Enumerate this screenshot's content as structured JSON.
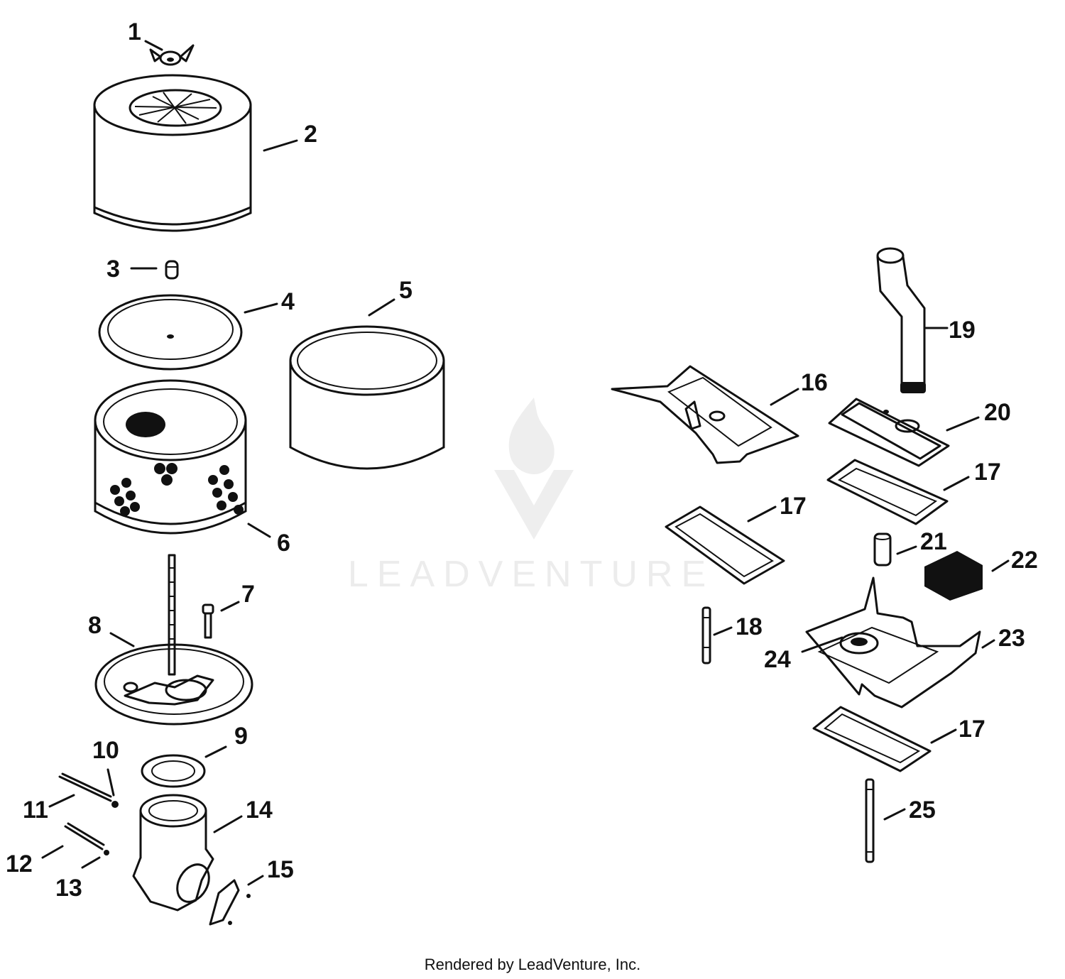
{
  "watermark": {
    "text": "LEADVENTURE"
  },
  "footer": {
    "text": "Rendered by LeadVenture, Inc."
  },
  "callouts": [
    {
      "id": "c1",
      "label": "1"
    },
    {
      "id": "c2",
      "label": "2"
    },
    {
      "id": "c3",
      "label": "3"
    },
    {
      "id": "c4",
      "label": "4"
    },
    {
      "id": "c5",
      "label": "5"
    },
    {
      "id": "c6",
      "label": "6"
    },
    {
      "id": "c7",
      "label": "7"
    },
    {
      "id": "c8",
      "label": "8"
    },
    {
      "id": "c9",
      "label": "9"
    },
    {
      "id": "c10",
      "label": "10"
    },
    {
      "id": "c11",
      "label": "11"
    },
    {
      "id": "c12",
      "label": "12"
    },
    {
      "id": "c13",
      "label": "13"
    },
    {
      "id": "c14",
      "label": "14"
    },
    {
      "id": "c15",
      "label": "15"
    },
    {
      "id": "c16",
      "label": "16"
    },
    {
      "id": "c17a",
      "label": "17"
    },
    {
      "id": "c17b",
      "label": "17"
    },
    {
      "id": "c17c",
      "label": "17"
    },
    {
      "id": "c18",
      "label": "18"
    },
    {
      "id": "c19",
      "label": "19"
    },
    {
      "id": "c20",
      "label": "20"
    },
    {
      "id": "c21",
      "label": "21"
    },
    {
      "id": "c22",
      "label": "22"
    },
    {
      "id": "c23",
      "label": "23"
    },
    {
      "id": "c24",
      "label": "24"
    },
    {
      "id": "c25",
      "label": "25"
    }
  ],
  "colors": {
    "ink": "#111111",
    "watermark": "#ececec",
    "background": "#ffffff"
  }
}
